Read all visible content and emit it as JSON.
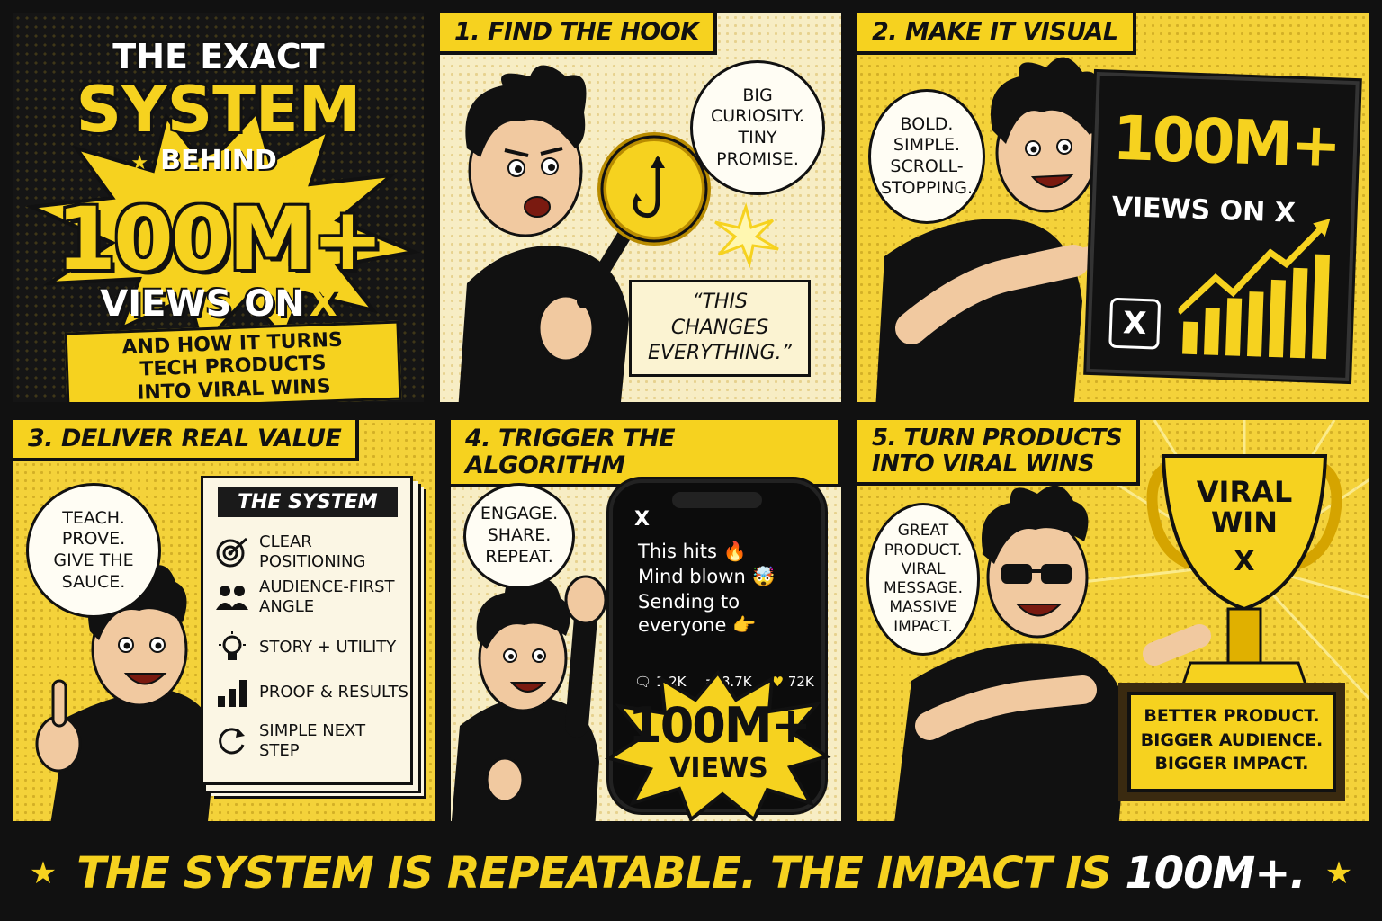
{
  "colors": {
    "yellow": "#f6d21f",
    "black": "#111111",
    "cream": "#f7edc4"
  },
  "title_panel": {
    "line1": "THE EXACT",
    "line2": "SYSTEM",
    "line3": "BEHIND",
    "line4": "100M+",
    "line5": "VIEWS ON",
    "line5_icon": "X",
    "tagline": "AND HOW IT TURNS\nTECH PRODUCTS\nINTO VIRAL WINS"
  },
  "panel1": {
    "caption": "1. FIND THE HOOK",
    "bubble": "BIG\nCURIOSITY.\nTINY\nPROMISE.",
    "quote": "“THIS CHANGES\nEVERYTHING.”",
    "icon": "hook-icon"
  },
  "panel2": {
    "caption": "2. MAKE IT VISUAL",
    "bubble": "BOLD.\nSIMPLE.\nSCROLL-\nSTOPPING.",
    "board_title": "100M+",
    "board_sub": "VIEWS ON X",
    "board_logo": "X"
  },
  "panel3": {
    "caption": "3. DELIVER REAL VALUE",
    "bubble": "TEACH.\nPROVE.\nGIVE THE\nSAUCE.",
    "list_title": "THE SYSTEM",
    "items": [
      {
        "label": "CLEAR POSITIONING",
        "icon": "target-icon"
      },
      {
        "label": "AUDIENCE-FIRST\nANGLE",
        "icon": "audience-icon"
      },
      {
        "label": "STORY + UTILITY",
        "icon": "lightbulb-icon"
      },
      {
        "label": "PROOF & RESULTS",
        "icon": "bar-chart-icon"
      },
      {
        "label": "SIMPLE NEXT STEP",
        "icon": "refresh-icon"
      }
    ]
  },
  "panel4": {
    "caption": "4. TRIGGER THE ALGORITHM",
    "bubble": "ENGAGE.\nSHARE.\nREPEAT.",
    "phone": {
      "logo": "X",
      "lines": [
        "This hits 🔥",
        "Mind blown 🤯",
        "Sending to",
        "everyone 👉"
      ],
      "replies": "1.2K",
      "reposts": "8.7K",
      "likes": "72K"
    },
    "burst_big": "100M+",
    "burst_small": "VIEWS"
  },
  "panel5": {
    "caption": "5. TURN PRODUCTS\nINTO VIRAL WINS",
    "bubble": "GREAT\nPRODUCT.\nVIRAL\nMESSAGE.\nMASSIVE\nIMPACT.",
    "trophy_text": "VIRAL\nWIN",
    "trophy_logo": "X",
    "plaque": "BETTER PRODUCT.\nBIGGER AUDIENCE.\nBIGGER IMPACT."
  },
  "footer": {
    "text": "THE SYSTEM IS REPEATABLE. THE IMPACT IS ",
    "highlight": "100M+.",
    "star": "★"
  }
}
